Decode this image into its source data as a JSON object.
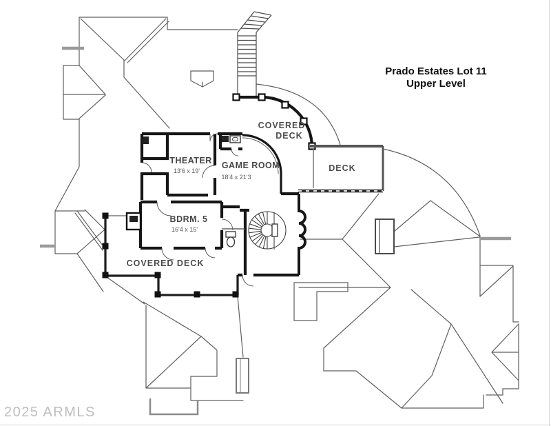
{
  "title": {
    "line1": "Prado Estates Lot 11",
    "line2": "Upper Level"
  },
  "watermark": "2025 ARMLS",
  "rooms": [
    {
      "id": "theater",
      "name": "THEATER",
      "dims": "13'6 x 19'"
    },
    {
      "id": "game-room",
      "name": "GAME ROOM",
      "dims": "18'4 x 21'3"
    },
    {
      "id": "bedroom-5",
      "name": "BDRM. 5",
      "dims": "16'4 x 15'"
    }
  ],
  "decks": {
    "upper_covered_line1": "COVERED",
    "upper_covered_line2": "DECK",
    "side_deck": "DECK",
    "lower_covered": "COVERED DECK"
  },
  "colors": {
    "background": "#ffffff",
    "roof_line": "#5f5f5f",
    "wall": "#161616",
    "watermark": "#bdbdbd"
  }
}
